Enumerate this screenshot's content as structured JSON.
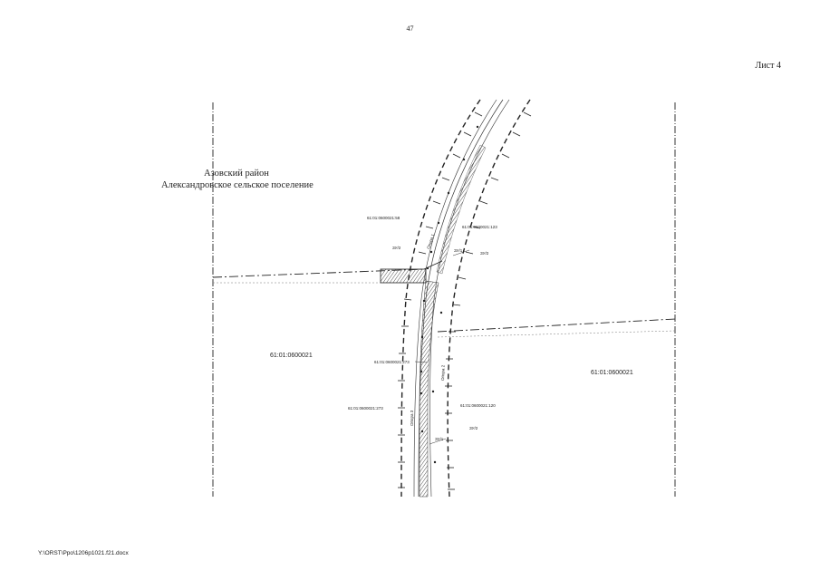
{
  "document": {
    "page_number": "47",
    "sheet": "Лист 4",
    "district": "Азовский район",
    "settlement": "Александровское сельское поселение",
    "footer_path": "Y:\\ORST\\Ppo\\1206p1021.f21.docx"
  },
  "map_labels": {
    "block_left": "61:01:0600021",
    "block_right": "61:01:0600021",
    "parcel_58": "61:01:0600021:58",
    "parcel_123": "61:01:0600021:123",
    "parcel_273a": "61:01:0600021:273",
    "parcel_273b": "61:01:0600021:273",
    "parcel_120": "61:01:0600021:120",
    "zone_1": "ЗУ/2",
    "zone_2": "ЗУ/1",
    "zone_3": "ЗУ/2",
    "zone_4": "ЗУ/2",
    "zone_5": "ЗУ/1",
    "route_1": "Опора 1",
    "route_2": "Опора 2",
    "route_3": "Опора 3"
  },
  "colors": {
    "ink": "#222222",
    "hatch": "#555555"
  }
}
